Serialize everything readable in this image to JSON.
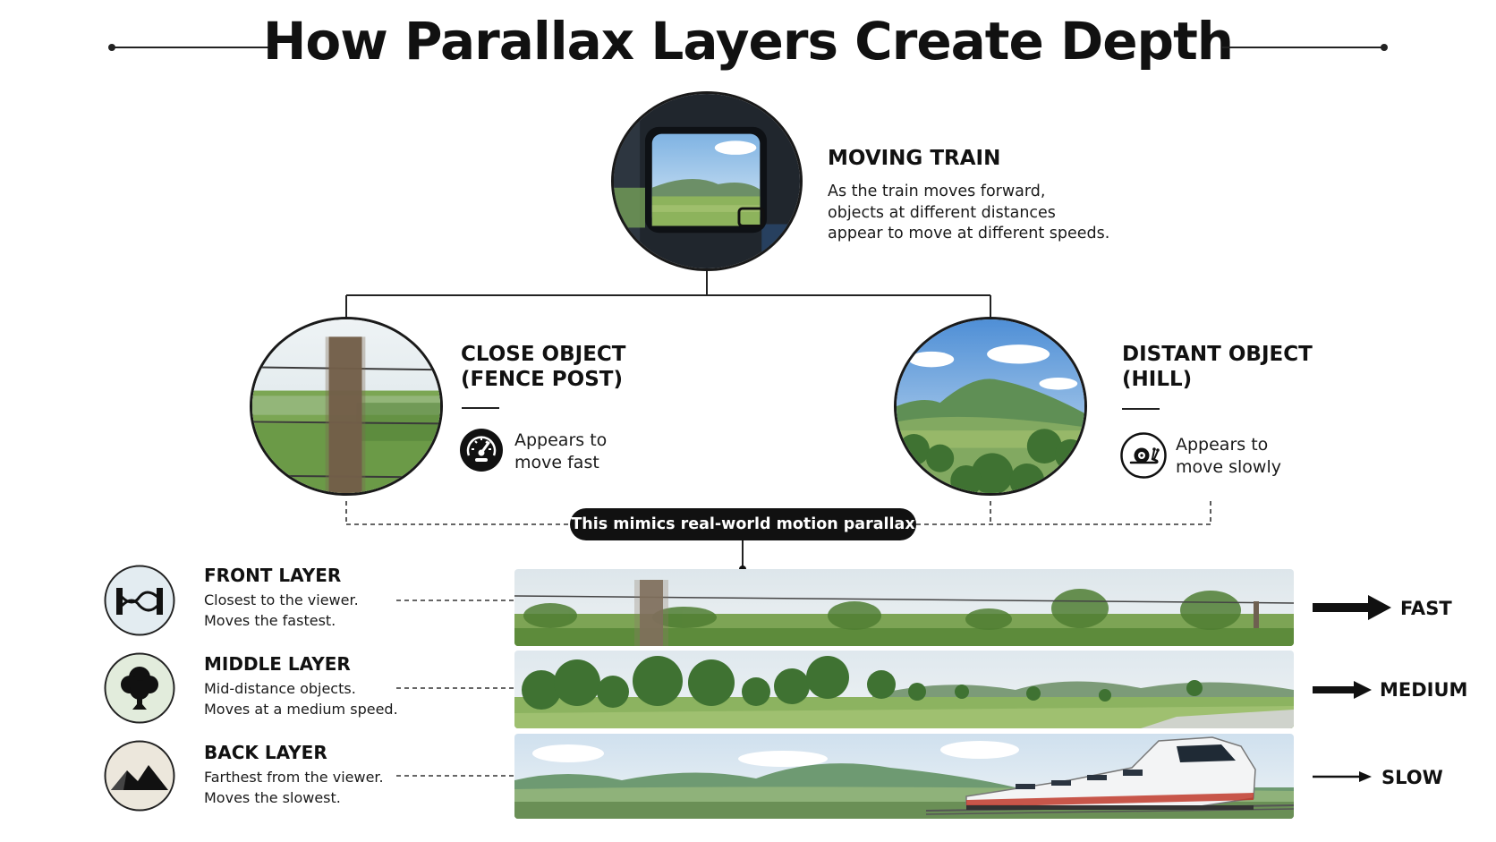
{
  "title": "How Parallax Layers Create Depth",
  "train": {
    "heading": "MOVING TRAIN",
    "description_lines": [
      "As the train moves forward,",
      "objects at different distances",
      "appear to move at different speeds."
    ]
  },
  "close_object": {
    "heading_lines": [
      "CLOSE OBJECT",
      "(FENCE POST)"
    ],
    "caption_lines": [
      "Appears to",
      "move fast"
    ],
    "icon": "speedometer-icon"
  },
  "distant_object": {
    "heading_lines": [
      "DISTANT OBJECT",
      "(HILL)"
    ],
    "caption_lines": [
      "Appears to",
      "move slowly"
    ],
    "icon": "snail-icon"
  },
  "pill_text": "This mimics real-world motion parallax",
  "layers": [
    {
      "name": "FRONT LAYER",
      "desc_lines": [
        "Closest to the viewer.",
        "Moves the fastest."
      ],
      "speed": "FAST",
      "icon": "fence-icon"
    },
    {
      "name": "MIDDLE LAYER",
      "desc_lines": [
        "Mid-distance objects.",
        "Moves at a medium speed."
      ],
      "speed": "MEDIUM",
      "icon": "tree-icon"
    },
    {
      "name": "BACK LAYER",
      "desc_lines": [
        "Farthest from the viewer.",
        "Moves the slowest."
      ],
      "speed": "SLOW",
      "icon": "mountain-icon"
    }
  ],
  "colors": {
    "ink": "#111111",
    "grass": "#6f9d4a",
    "sky": "#dbe7ef",
    "hill": "#5f8f55",
    "pill_bg": "#111111"
  }
}
